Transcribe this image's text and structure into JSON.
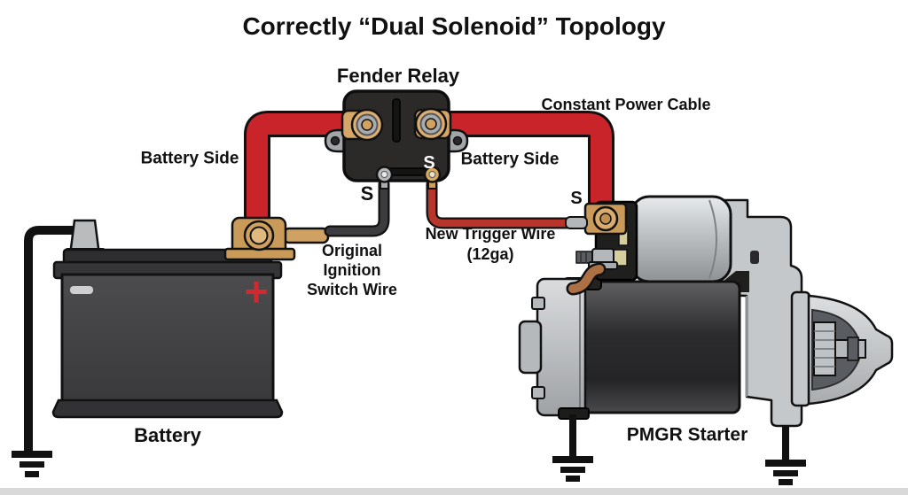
{
  "title": "Correctly “Dual Solenoid” Topology",
  "components": {
    "relay": {
      "label": "Fender Relay",
      "terminal_s_left": "S",
      "terminal_s_right": "S"
    },
    "battery": {
      "label": "Battery",
      "positive_symbol": "+"
    },
    "starter": {
      "label": "PMGR Starter",
      "terminal_s": "S"
    }
  },
  "wires": {
    "constant_power_cable": "Constant Power Cable",
    "battery_side_left": "Battery Side",
    "battery_side_right": "Battery Side",
    "original_ignition_switch_wire": [
      "Original",
      "Ignition",
      "Switch Wire"
    ],
    "new_trigger_wire": [
      "New Trigger Wire",
      "(12ga)"
    ]
  },
  "colors": {
    "cable_red": "#c8242a",
    "trigger_red": "#b8352c",
    "ignition_gray": "#3c3c3e",
    "brass": "#c99a58",
    "brass_light": "#d9ab6e",
    "copper": "#ad7045",
    "relay_black": "#2b2a28",
    "battery_dark": "#414143",
    "silver": "#c5c8cb",
    "text_black": "#111111",
    "background": "#ffffff"
  }
}
